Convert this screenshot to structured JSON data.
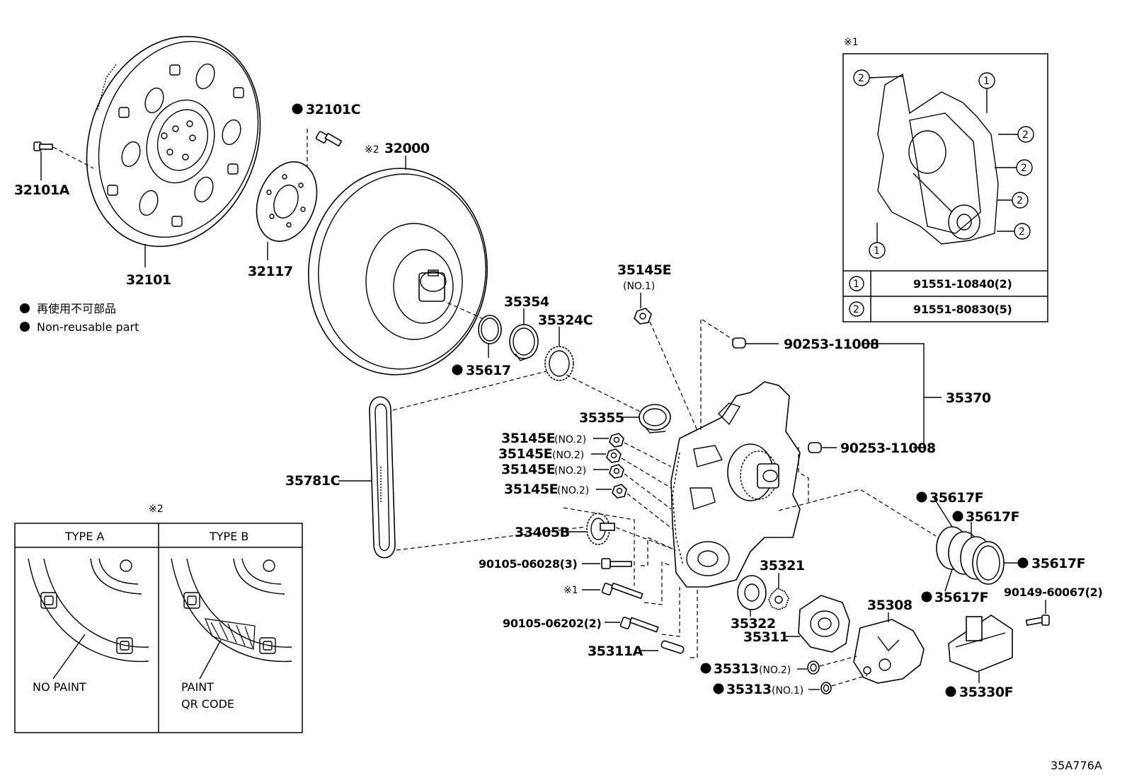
{
  "diagram_code": "35A776A",
  "legend": {
    "mark": "●",
    "jp": "再使用不可部品",
    "en": "Non-reusable part"
  },
  "note_refs": {
    "n1": "※1",
    "n2": "※2"
  },
  "inset1": {
    "ref": "※1",
    "rows": [
      {
        "key": "1",
        "part": "91551-10840(2)"
      },
      {
        "key": "2",
        "part": "91551-80830(5)"
      }
    ],
    "callout1": "1",
    "callout2": "2"
  },
  "inset2": {
    "ref": "※2",
    "type_a": "TYPE A",
    "type_b": "TYPE B",
    "type_a_note": "NO PAINT",
    "type_b_note1": "PAINT",
    "type_b_note2": "QR CODE"
  },
  "parts": {
    "p32101A": "32101A",
    "p32101": "32101",
    "p32101C": "32101C",
    "p32117": "32117",
    "p32000": "32000",
    "p35354": "35354",
    "p35324C": "35324C",
    "p35617": "35617",
    "p35145E_no1": "35145E",
    "no1": "(NO.1)",
    "p90253a": "90253-11008",
    "p90253b": "90253-11008",
    "p35370": "35370",
    "p35355": "35355",
    "p35145E_a": "35145E",
    "p35145E_b": "35145E",
    "p35145E_c": "35145E",
    "p35145E_d": "35145E",
    "no2": "(NO.2)",
    "p35781C": "35781C",
    "p33405B": "33405B",
    "p90105_06028": "90105-06028(3)",
    "p90105_06202": "90105-06202(2)",
    "p35311A": "35311A",
    "p35321": "35321",
    "p35322": "35322",
    "p35311": "35311",
    "p35308": "35308",
    "p35313_no2": "35313",
    "p35313_no1": "35313",
    "p35330F": "35330F",
    "p90149": "90149-60067(2)",
    "p35617F_a": "35617F",
    "p35617F_b": "35617F",
    "p35617F_c": "35617F",
    "p35617F_d": "35617F"
  }
}
